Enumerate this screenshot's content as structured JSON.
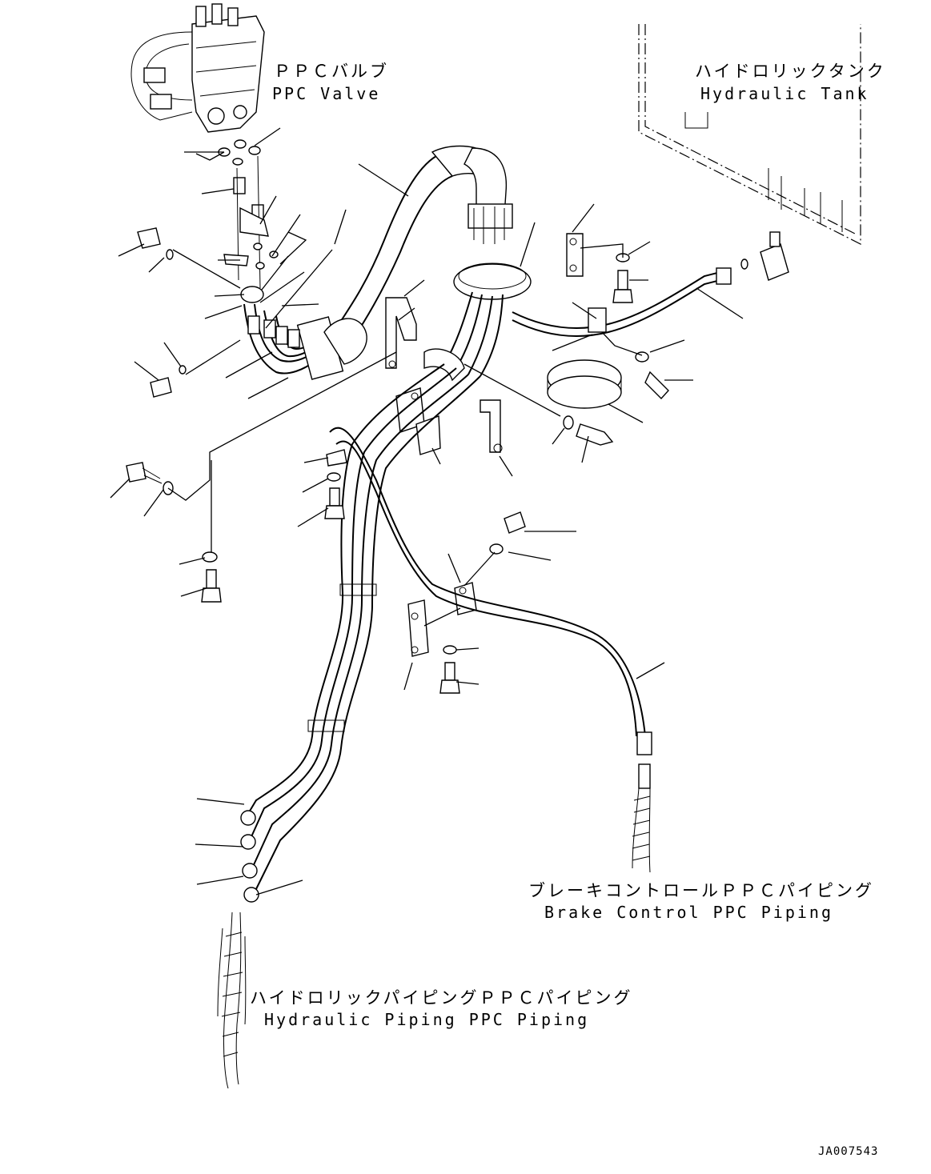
{
  "labels": {
    "ppc_valve_jp": "ＰＰＣバルブ",
    "ppc_valve_en": "PPC Valve",
    "hydraulic_tank_jp": "ハイドロリックタンク",
    "hydraulic_tank_en": "Hydraulic Tank",
    "brake_piping_jp": "ブレーキコントロールＰＰＣパイピング",
    "brake_piping_en": "Brake Control PPC Piping",
    "hydraulic_piping_jp": "ハイドロリックパイピングＰＰＣパイピング",
    "hydraulic_piping_en": "Hydraulic Piping PPC Piping",
    "drawing_number": "JA007543"
  }
}
